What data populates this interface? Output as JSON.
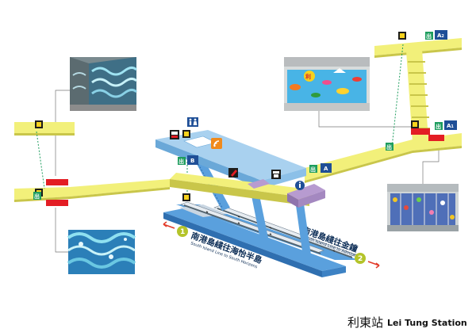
{
  "station": {
    "name_cn": "利東站",
    "name_en": "Lei Tung Station"
  },
  "platform": {
    "direction_1": {
      "number": "1",
      "label_cn": "南港島綫往海怡半島",
      "label_en": "South Island Line to South Horizons"
    },
    "direction_2": {
      "number": "2",
      "label_cn": "南港島綫往金鐘",
      "label_en": "South Island Line to Admiralty"
    }
  },
  "exits": [
    {
      "id": "A1",
      "letter": "A",
      "suffix": "1"
    },
    {
      "id": "A2",
      "letter": "A",
      "suffix": "2"
    },
    {
      "id": "A",
      "letter": "A",
      "suffix": ""
    },
    {
      "id": "B",
      "letter": "B",
      "suffix": ""
    }
  ],
  "icons": [
    "lift-icon",
    "exit-sign-icon",
    "toilet-icon",
    "wifi-icon",
    "customer-service-icon",
    "ticket-machine-icon",
    "information-icon",
    "shop-icon"
  ],
  "photos": [
    "mural-blue-wave-photo",
    "mural-colorful-fish-photo",
    "mural-wall-panels-photo",
    "mural-blue-tiles-photo"
  ],
  "colors": {
    "concourse": "#a9d1ef",
    "concourse_edge": "#6aa8d8",
    "walkway": "#f2f07a",
    "walkway_edge": "#c9c64a",
    "platform": "#5aa0dd",
    "platform_edge": "#2f6fb0",
    "track": "#c9d6e2",
    "line_green": "#b4c42a",
    "exit_green": "#1e9d5e",
    "exit_blue": "#1f4f97",
    "arrow_red": "#e23b2a",
    "gate_red": "#e31d24",
    "shop_purple": "#b79bd0"
  }
}
